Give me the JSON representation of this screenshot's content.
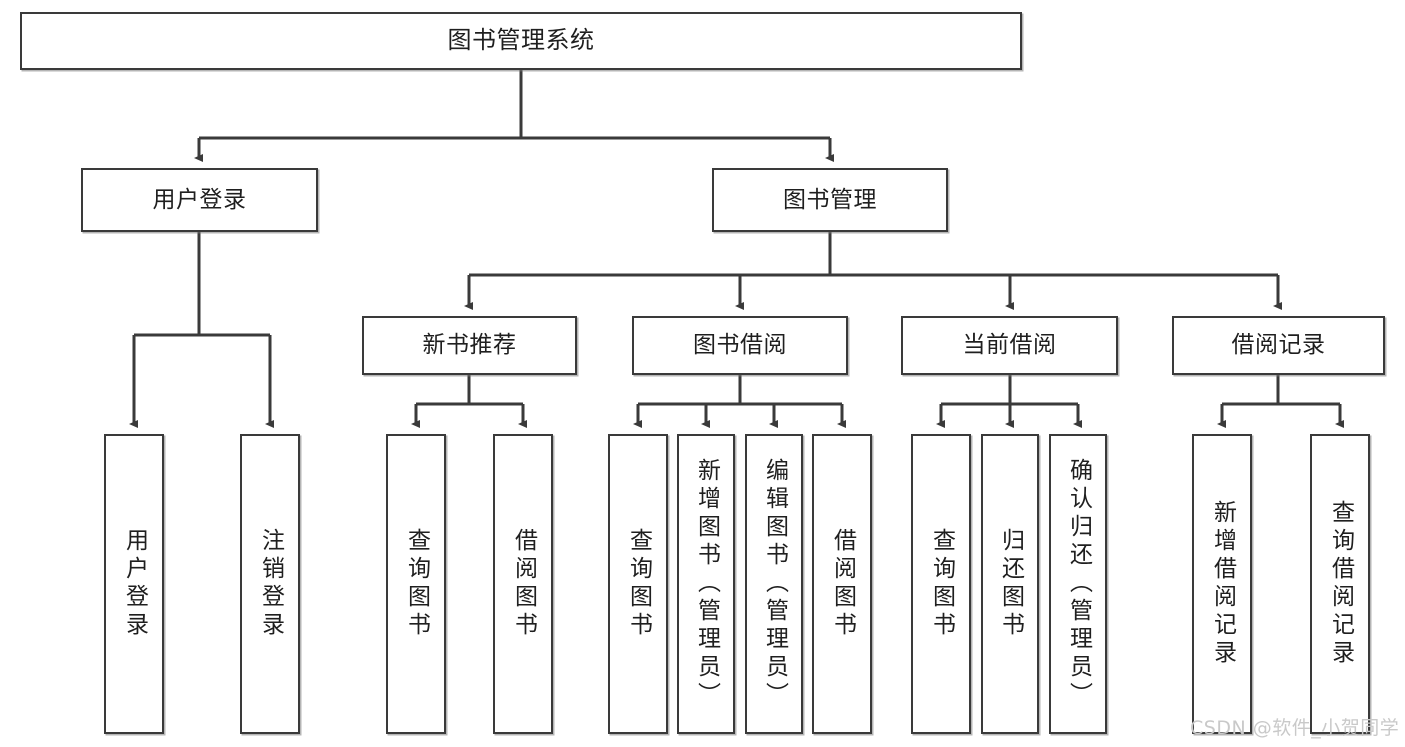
{
  "diagram": {
    "title": "图书管理系统",
    "type": "tree",
    "watermark": "CSDN @软件_小贺同学",
    "colors": {
      "border": "#3a3a3a",
      "background": "#ffffff",
      "text": "#1f1f1f",
      "connector": "#3a3a3a",
      "watermark": "#c9c9c9"
    },
    "nodes": {
      "root": {
        "label": "图书管理系统"
      },
      "level2": [
        {
          "label": "用户登录"
        },
        {
          "label": "图书管理"
        }
      ],
      "level3": [
        {
          "label": "新书推荐"
        },
        {
          "label": "图书借阅"
        },
        {
          "label": "当前借阅"
        },
        {
          "label": "借阅记录"
        }
      ],
      "leaves_user_login": [
        {
          "label": "用户登录"
        },
        {
          "label": "注销登录"
        }
      ],
      "leaves_new_book": [
        {
          "label": "查询图书"
        },
        {
          "label": "借阅图书"
        }
      ],
      "leaves_borrow": [
        {
          "label": "查询图书"
        },
        {
          "label": "新增图书（管理员）"
        },
        {
          "label": "编辑图书（管理员）"
        },
        {
          "label": "借阅图书"
        }
      ],
      "leaves_current": [
        {
          "label": "查询图书"
        },
        {
          "label": "归还图书"
        },
        {
          "label": "确认归还（管理员）"
        }
      ],
      "leaves_record": [
        {
          "label": "新增借阅记录"
        },
        {
          "label": "查询借阅记录"
        }
      ]
    }
  }
}
